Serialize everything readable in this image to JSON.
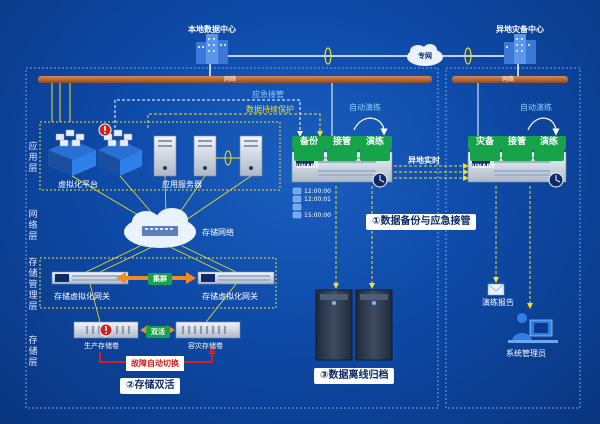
{
  "top": {
    "local_center": "本地数据中心",
    "remote_center": "异地灾备中心",
    "wan": "专网"
  },
  "network_bars": {
    "left": "网络",
    "right": "网络"
  },
  "layers": [
    "应用层",
    "网络层",
    "存储管理层",
    "存储层"
  ],
  "labels": {
    "emergency_takeover": "应急接管",
    "data_protection": "数据持续保护",
    "auto_drill_left": "自动演练",
    "auto_drill_right": "自动演练",
    "virtualization_platform": "虚拟化平台",
    "app_servers": "应用服务器",
    "storage_network": "存储网络",
    "cluster": "集群",
    "storage_gateway_left": "存储虚拟化网关",
    "storage_gateway_right": "存储虚拟化网关",
    "dual_active": "双活",
    "production_volume": "生产存储卷",
    "dr_volume": "容灾存储卷",
    "failover": "故障自动切换",
    "remote_realtime": "异地实时",
    "drill_report": "演练报告",
    "sys_admin": "系统管理员"
  },
  "left_appliance_tabs": [
    "备份",
    "接管",
    "演练"
  ],
  "right_appliance_tabs": [
    "灾备",
    "接管",
    "演练"
  ],
  "brand": "UNARY",
  "snapshot_times": [
    "12:00:00",
    "12:00:01",
    "15:00:00"
  ],
  "callouts": {
    "one": "①数据备份与应急接管",
    "two": "②存储双活",
    "three": "③数据离线归档"
  },
  "colors": {
    "green": "#17a34a",
    "yellow": "#f3e022",
    "bar": "#b5673a",
    "red": "#d02020"
  }
}
